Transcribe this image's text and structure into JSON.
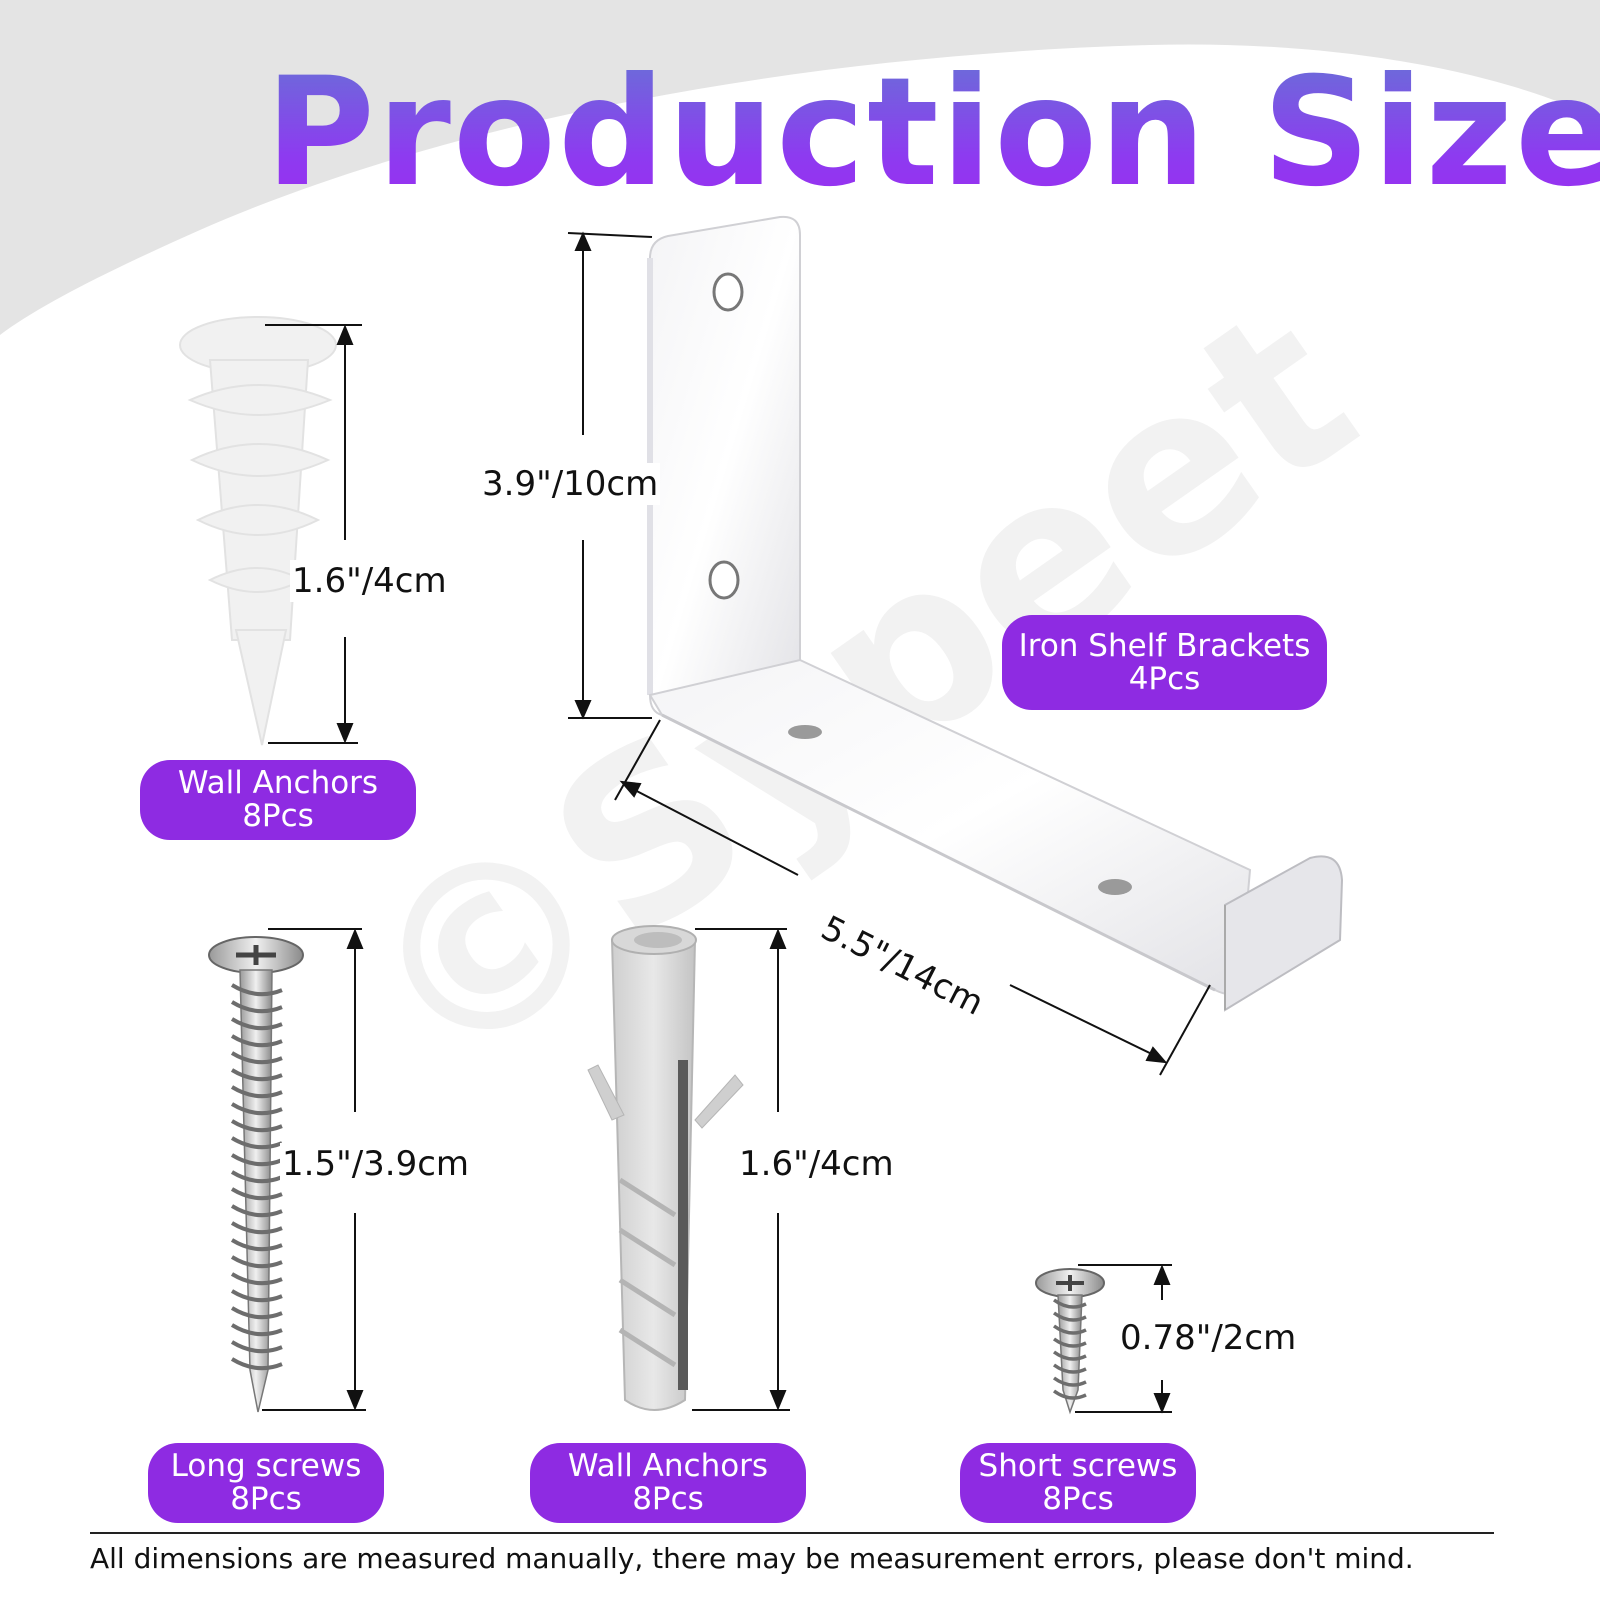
{
  "title": "Production Size",
  "colors": {
    "accent": "#8e2be2",
    "title_gradient_top": "#6a6ed8",
    "title_gradient_bottom": "#9a2ef0",
    "swoosh": "#e4e4e4"
  },
  "watermark": "©Sypeet",
  "items": [
    {
      "name": "Iron Shelf Brackets",
      "qty": "4Pcs",
      "dims": [
        "3.9\"/10cm",
        "5.5\"/14cm"
      ]
    },
    {
      "name": "Wall Anchors",
      "qty": "8Pcs",
      "dims": [
        "1.6\"/4cm"
      ]
    },
    {
      "name": "Long screws",
      "qty": "8Pcs",
      "dims": [
        "1.5\"/3.9cm"
      ]
    },
    {
      "name": "Wall Anchors",
      "qty": "8Pcs",
      "dims": [
        "1.6\"/4cm"
      ]
    },
    {
      "name": "Short screws",
      "qty": "8Pcs",
      "dims": [
        "0.78\"/2cm"
      ]
    }
  ],
  "footer": "All dimensions are measured manually, there may be measurement errors, please don't mind."
}
